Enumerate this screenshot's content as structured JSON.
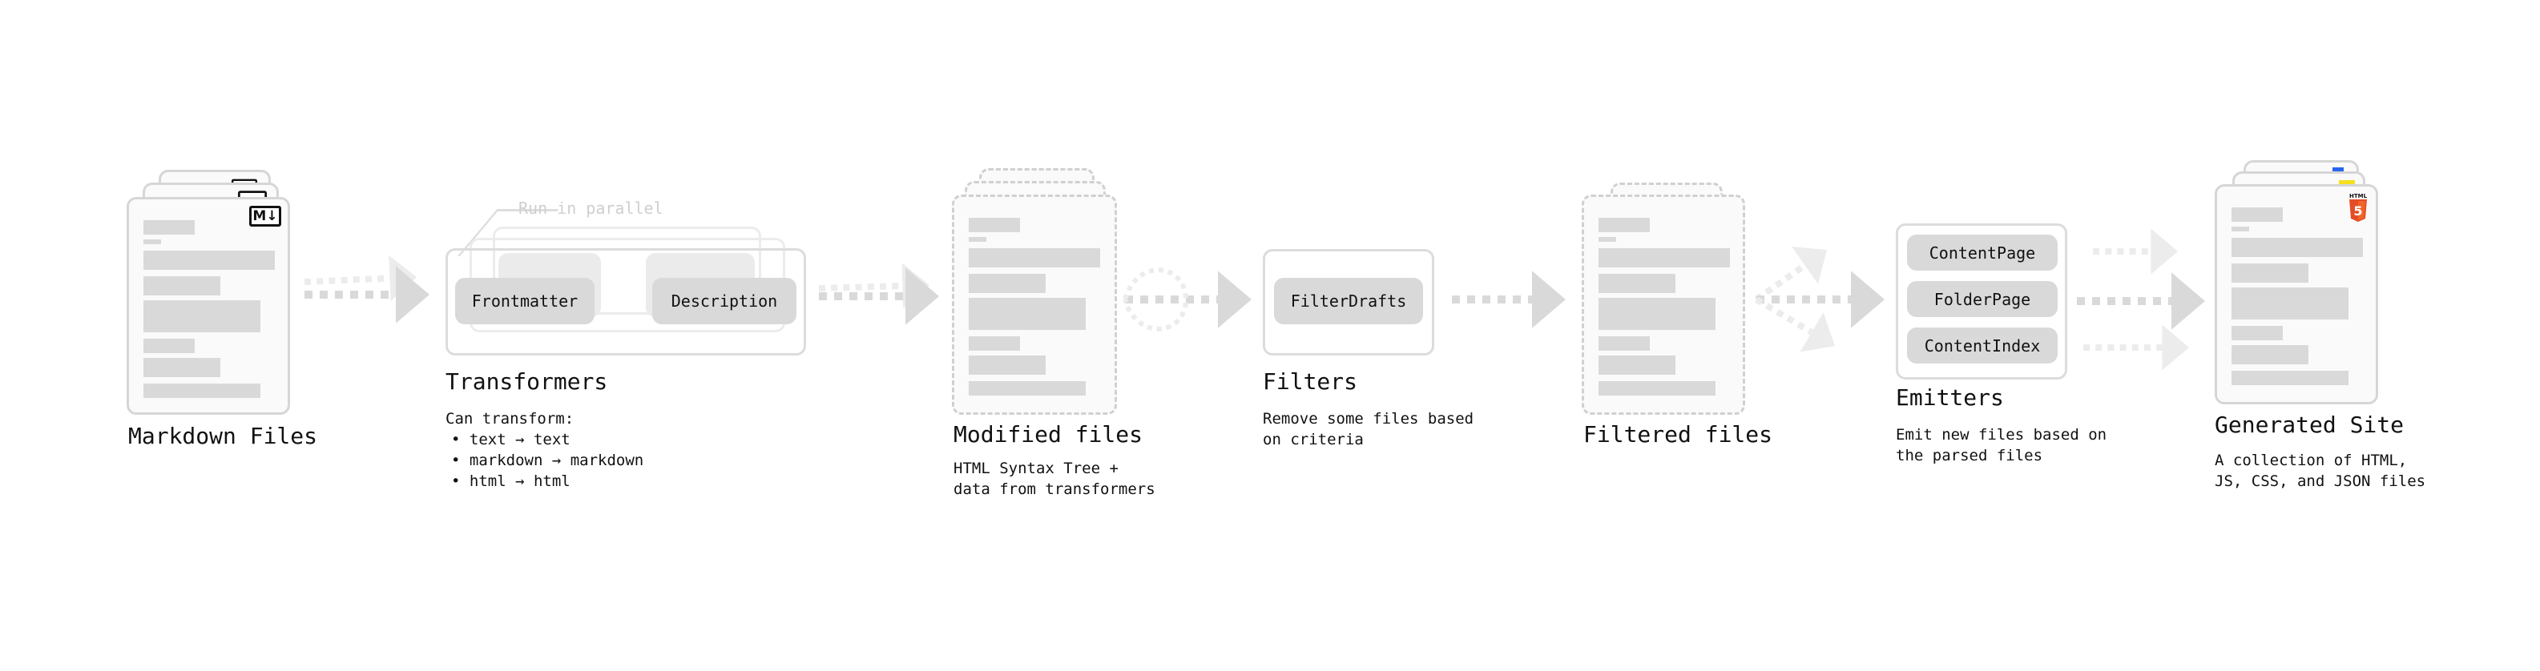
{
  "stages": {
    "markdown": {
      "title": "Markdown Files",
      "icon": "markdown-icon",
      "badge": "M↓"
    },
    "transformers": {
      "title": "Transformers",
      "note": "Run in parallel",
      "plugins": [
        "Frontmatter",
        "Description"
      ],
      "desc_heading": "Can transform:",
      "bullets": [
        "• text → text",
        "• markdown → markdown",
        "• html → html"
      ]
    },
    "modified": {
      "title": "Modified files",
      "desc": "HTML Syntax Tree +\ndata from transformers"
    },
    "filters": {
      "title": "Filters",
      "plugins": [
        "FilterDrafts"
      ],
      "desc": "Remove some files based\non criteria"
    },
    "filtered": {
      "title": "Filtered files"
    },
    "emitters": {
      "title": "Emitters",
      "plugins": [
        "ContentPage",
        "FolderPage",
        "ContentIndex"
      ],
      "desc": "Emit new files based on\nthe parsed files"
    },
    "generated": {
      "title": "Generated Site",
      "desc": "A collection of HTML,\nJS, CSS, and JSON files",
      "icons": [
        "html5-icon",
        "js-icon",
        "css-icon"
      ],
      "html_badge": "HTML"
    }
  },
  "colors": {
    "connector": "#d9d9d9",
    "pill": "#d9d9d9",
    "html5": "#e44d26",
    "js": "#f7df1e",
    "css": "#2965f1"
  }
}
